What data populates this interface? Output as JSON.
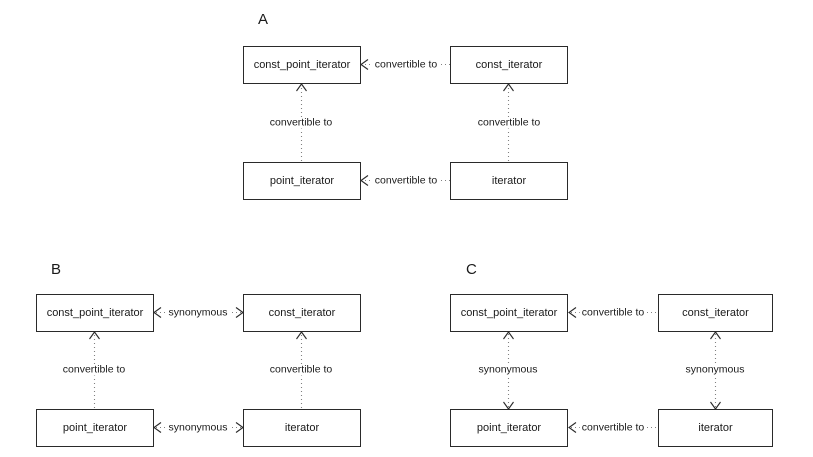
{
  "figure": {
    "background": "#ffffff",
    "box_border_color": "#2a2a2a",
    "dotted_line_color": "#808080",
    "text_color": "#1a1a1a"
  },
  "panels": [
    {
      "id": "A",
      "label": "A",
      "nodes": {
        "top_left": "const_point_iterator",
        "top_right": "const_iterator",
        "bottom_left": "point_iterator",
        "bottom_right": "iterator"
      },
      "edges": {
        "top_horizontal": "convertible to",
        "bottom_horizontal": "convertible to",
        "left_vertical": "convertible to",
        "right_vertical": "convertible to"
      },
      "edge_directions": {
        "top_horizontal": "right-to-left",
        "bottom_horizontal": "right-to-left",
        "left_vertical": "bottom-to-top",
        "right_vertical": "bottom-to-top"
      }
    },
    {
      "id": "B",
      "label": "B",
      "nodes": {
        "top_left": "const_point_iterator",
        "top_right": "const_iterator",
        "bottom_left": "point_iterator",
        "bottom_right": "iterator"
      },
      "edges": {
        "top_horizontal": "synonymous",
        "bottom_horizontal": "synonymous",
        "left_vertical": "convertible to",
        "right_vertical": "convertible to"
      },
      "edge_directions": {
        "top_horizontal": "bidirectional",
        "bottom_horizontal": "bidirectional",
        "left_vertical": "bottom-to-top",
        "right_vertical": "bottom-to-top"
      }
    },
    {
      "id": "C",
      "label": "C",
      "nodes": {
        "top_left": "const_point_iterator",
        "top_right": "const_iterator",
        "bottom_left": "point_iterator",
        "bottom_right": "iterator"
      },
      "edges": {
        "top_horizontal": "convertible to",
        "bottom_horizontal": "convertible to",
        "left_vertical": "synonymous",
        "right_vertical": "synonymous"
      },
      "edge_directions": {
        "top_horizontal": "right-to-left",
        "bottom_horizontal": "right-to-left",
        "left_vertical": "bidirectional",
        "right_vertical": "bidirectional"
      }
    }
  ]
}
